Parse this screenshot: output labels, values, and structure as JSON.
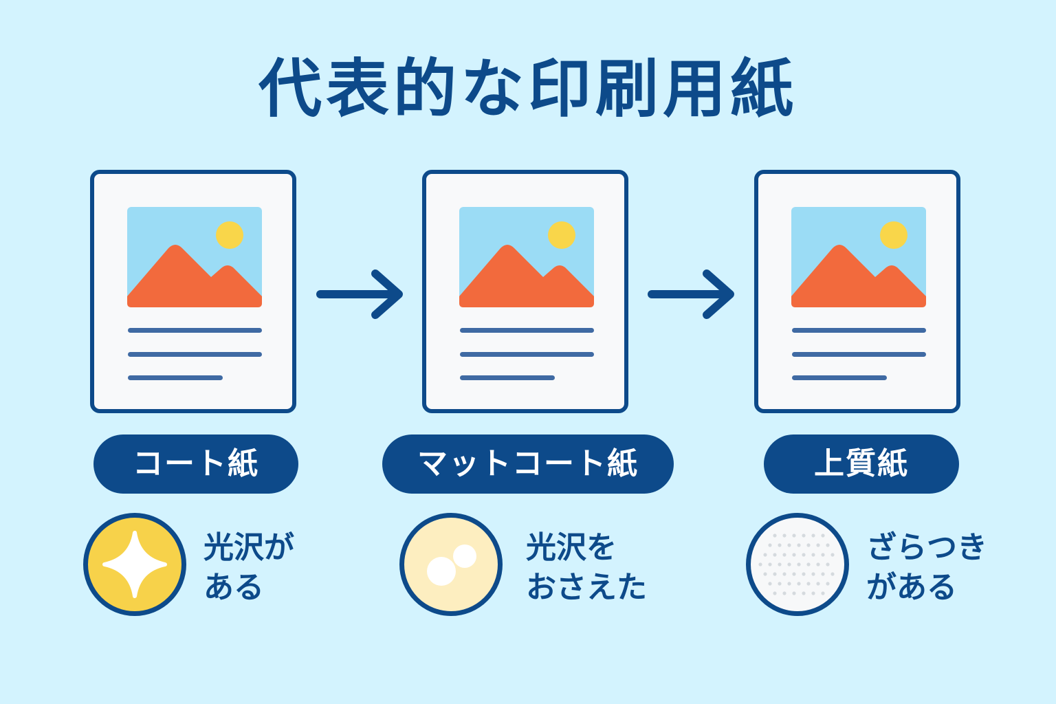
{
  "title": "代表的な印刷用紙",
  "colors": {
    "background": "#d3f3fe",
    "navy": "#0d4a8a",
    "sky": "#9bdcf5",
    "mountain": "#f26a3d",
    "sun": "#f9d64a",
    "gold": "#f7d24a",
    "cream": "#fdeec0"
  },
  "papers": [
    {
      "name": "コート紙",
      "feature_line1": "光沢が",
      "feature_line2": "ある",
      "texture_icon": "sparkle-icon"
    },
    {
      "name": "マットコート紙",
      "feature_line1": "光沢を",
      "feature_line2": "おさえた",
      "texture_icon": "soft-dots-icon"
    },
    {
      "name": "上質紙",
      "feature_line1": "ざらつき",
      "feature_line2": "がある",
      "texture_icon": "dotted-texture-icon"
    }
  ]
}
